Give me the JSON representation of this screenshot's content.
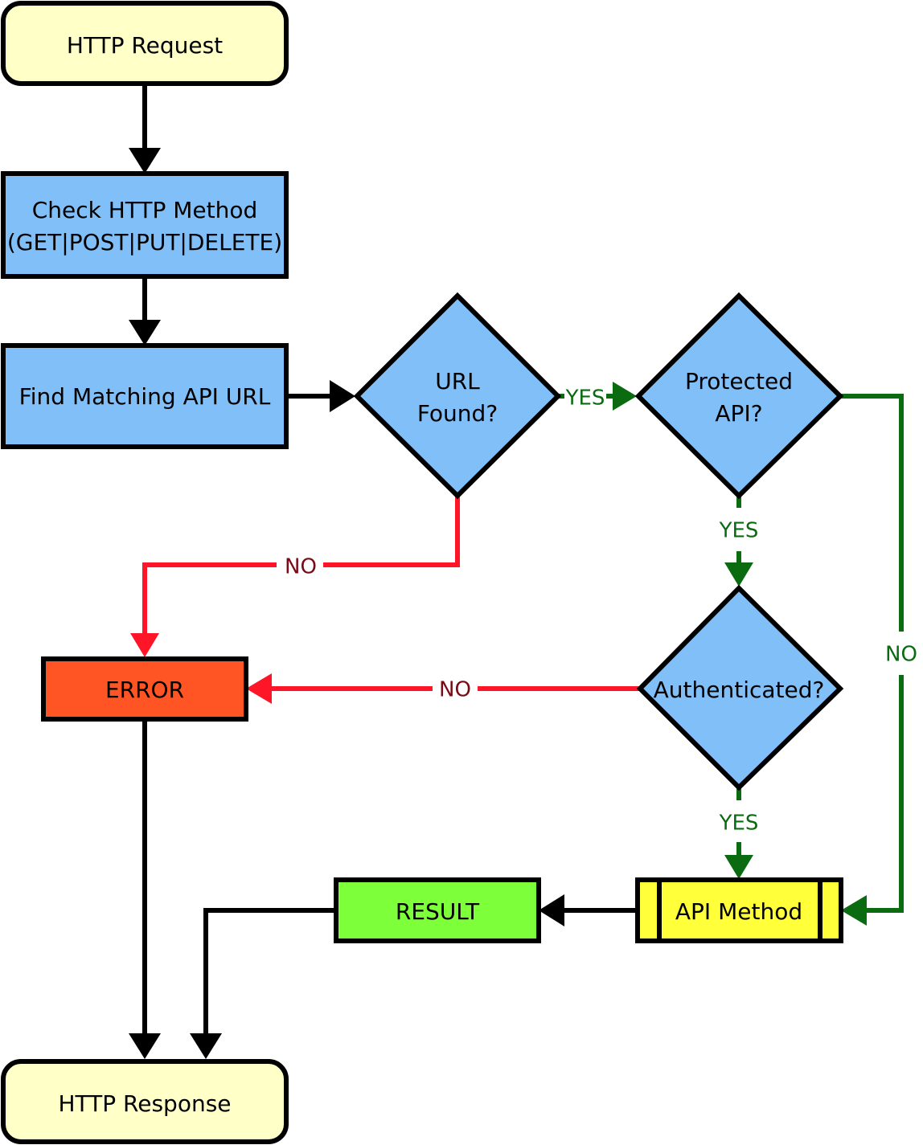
{
  "colors": {
    "terminal_fill": "#ffffc8",
    "process_fill": "#80bff8",
    "decision_fill": "#80bff8",
    "error_fill": "#ff5525",
    "result_fill": "#7dff3a",
    "api_method_fill": "#ffff3a",
    "edge_default": "#000000",
    "edge_yes": "#0b6b10",
    "edge_no": "#ff1528"
  },
  "nodes": {
    "http_request": {
      "label": "HTTP Request"
    },
    "check_method": {
      "line1": "Check HTTP Method",
      "line2": "(GET|POST|PUT|DELETE)"
    },
    "find_url": {
      "label": "Find Matching API URL"
    },
    "url_found": {
      "line1": "URL",
      "line2": "Found?"
    },
    "protected_api": {
      "line1": "Protected",
      "line2": "API?"
    },
    "authenticated": {
      "label": "Authenticated?"
    },
    "error": {
      "label": "ERROR"
    },
    "api_method": {
      "label": "API Method"
    },
    "result": {
      "label": "RESULT"
    },
    "http_response": {
      "label": "HTTP Response"
    }
  },
  "edges": {
    "url_found_yes": "YES",
    "url_found_no": "NO",
    "protected_yes": "YES",
    "protected_no": "NO",
    "authenticated_no": "NO",
    "authenticated_yes": "YES"
  }
}
